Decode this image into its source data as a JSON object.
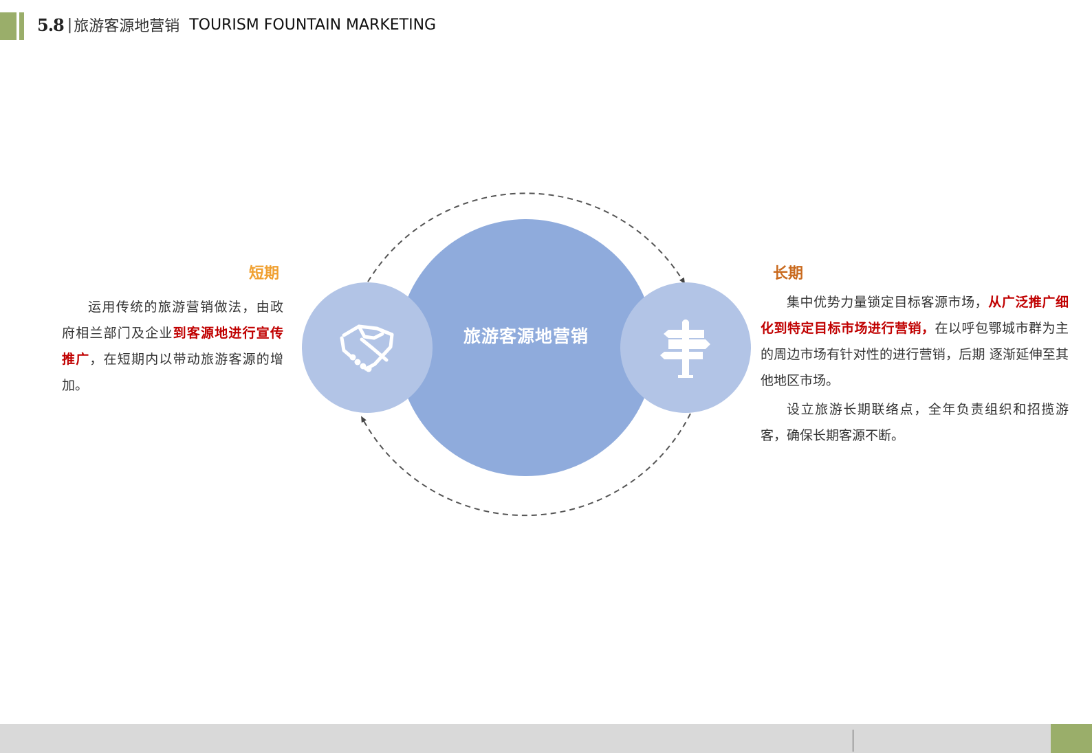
{
  "header": {
    "number": "5.8",
    "separator": "|",
    "title_cn": "旅游客源地营销",
    "title_en": "TOURISM FOUNTAIN MARKETING"
  },
  "diagram": {
    "center_label": "旅游客源地营销",
    "left_icon": "handshake-icon",
    "right_icon": "signpost-icon",
    "colors": {
      "center_circle": "#8fabdc",
      "side_circles": "#b2c4e6",
      "accent_green": "#9aae6a",
      "highlight_red": "#c00000",
      "short_heading": "#f0a030",
      "long_heading": "#c96a1e"
    }
  },
  "short_term": {
    "heading": "短期",
    "text_part1": "运用传统的旅游营销做法，由政府相兰部门及企业",
    "text_highlight": "到客源地进行宣传推广",
    "text_part2": "，在短期内以带动旅游客源的增加。"
  },
  "long_term": {
    "heading": "长期",
    "p1_part1": "集中优势力量锁定目标客源市场，",
    "p1_highlight": "从广泛推广细化到特定目标市场进行营销，",
    "p1_part2": "在以呼包鄂城市群为主的周边市场有针对性的进行营销，后期 逐渐延伸至其他地区市场。",
    "p2": "设立旅游长期联络点，全年负责组织和招揽游客，确保长期客源不断。"
  }
}
